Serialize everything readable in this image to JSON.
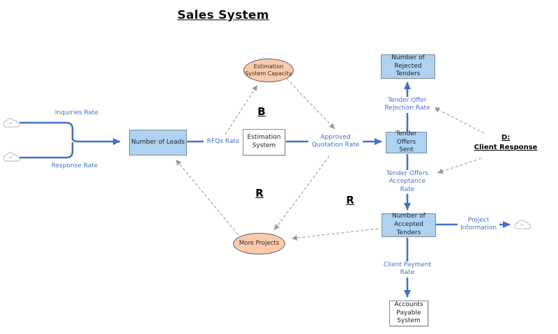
{
  "title": "Sales System",
  "colors": {
    "stock_fill": "#aed2f0",
    "stock_border": "#7f8a94",
    "flow_blue": "#4472c4",
    "rate_label_blue": "#4472c4",
    "aux_fill": "#f8cbad",
    "aux_border": "#5f5f5f",
    "connector_gray": "#a3a3a3",
    "cloud_stroke": "#c6c6c6"
  },
  "stocks": {
    "leads": {
      "label": "Number of Leads"
    },
    "tender_sent": {
      "label": "Tender Offers\nSent"
    },
    "rejected": {
      "label": "Number of Rejected\nTenders"
    },
    "accepted": {
      "label": "Number of Accepted\nTenders"
    }
  },
  "systems": {
    "estimation": {
      "label": "Estimation\nSystem"
    },
    "accounts": {
      "label": "Accounts\nPayable\nSystem"
    }
  },
  "auxiliaries": {
    "capacity": {
      "label": "Estimation\nSystem Capacity"
    },
    "more_projects": {
      "label": "More Projects"
    }
  },
  "rates": {
    "inquiries": "Inquiries Rate",
    "response": "Response Rate",
    "rfqs": "RFQs Rate",
    "approved": "Approved\nQuotation Rate",
    "rejection": "Tender Offer\nRejection Rate",
    "acceptance": "Tender Offers\nAcceptance\nRate",
    "project_info": "Project\nInformation",
    "payment": "Client Payment\nRate"
  },
  "loops": {
    "b": "B",
    "r_left": "R",
    "r_right": "R",
    "delay": "D:\nClient Response"
  }
}
